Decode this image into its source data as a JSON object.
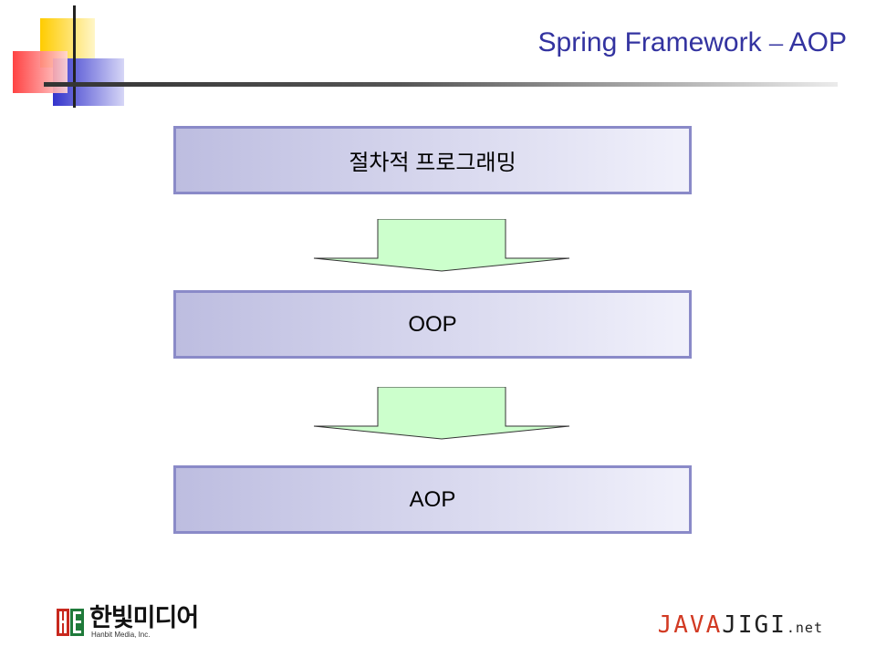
{
  "slide": {
    "title_main": "Spring Framework",
    "title_dash": "–",
    "title_tail": "AOP"
  },
  "flow": {
    "steps": [
      {
        "label": "절차적 프로그래밍"
      },
      {
        "label": "OOP"
      },
      {
        "label": "AOP"
      }
    ],
    "arrow_fill": "#ccffcc",
    "box_border": "#8a8ac8"
  },
  "footer": {
    "publisher": {
      "mark": "HB",
      "name_ko": "한빛미디어",
      "name_en": "Hanbit Media, Inc."
    },
    "site": {
      "java": "JAVA",
      "jigi": "JIGI",
      "net": ".net"
    }
  },
  "colors": {
    "title": "#3333a0",
    "deco_yellow": "#ffcc00",
    "deco_red": "#ff3333",
    "deco_blue": "#3333cc",
    "java_red": "#d23a23"
  }
}
